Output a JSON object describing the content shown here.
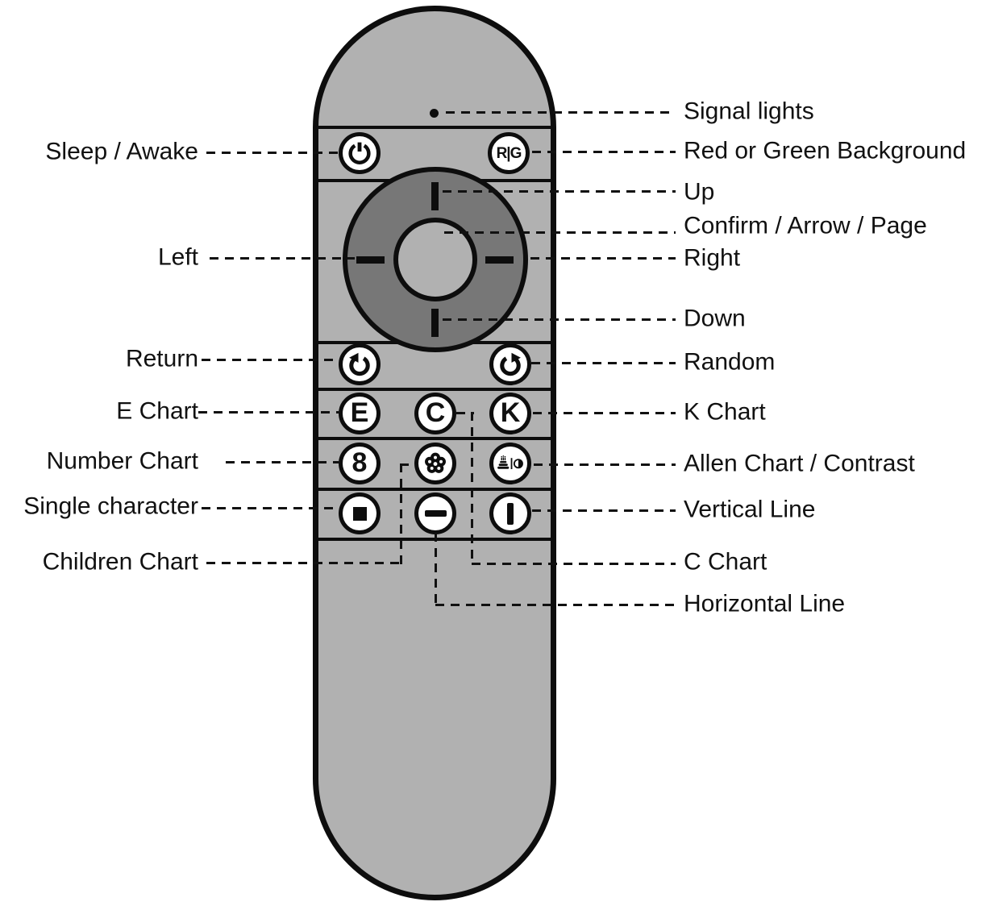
{
  "colors": {
    "body_gray": "#b1b1b1",
    "dpad_gray": "#777777",
    "outline_black": "#0d0d0d",
    "button_fill": "#ffffff",
    "label_text": "#111111"
  },
  "buttons": {
    "rg": "R|G",
    "e": "E",
    "c": "C",
    "k": "K",
    "number": "8"
  },
  "icons": {
    "signal": "signal-light-dot",
    "power": "power-icon",
    "return": "undo-arrow-icon",
    "random": "redo-arrow-icon",
    "children": "flower-icon",
    "allen": "cake-contrast-icon",
    "single": "square-icon",
    "horizontal": "horizontal-bar-icon",
    "vertical": "vertical-bar-icon"
  },
  "callouts": {
    "left": [
      "Sleep / Awake",
      "Left",
      "Return",
      "E Chart",
      "Number Chart",
      "Single character",
      "Children Chart"
    ],
    "right": [
      "Signal lights",
      "Red or Green Background",
      "Up",
      "Confirm / Arrow / Page",
      "Right",
      "Down",
      "Random",
      "K Chart",
      "Allen Chart / Contrast",
      "Vertical Line",
      "C Chart",
      "Horizontal Line"
    ]
  }
}
